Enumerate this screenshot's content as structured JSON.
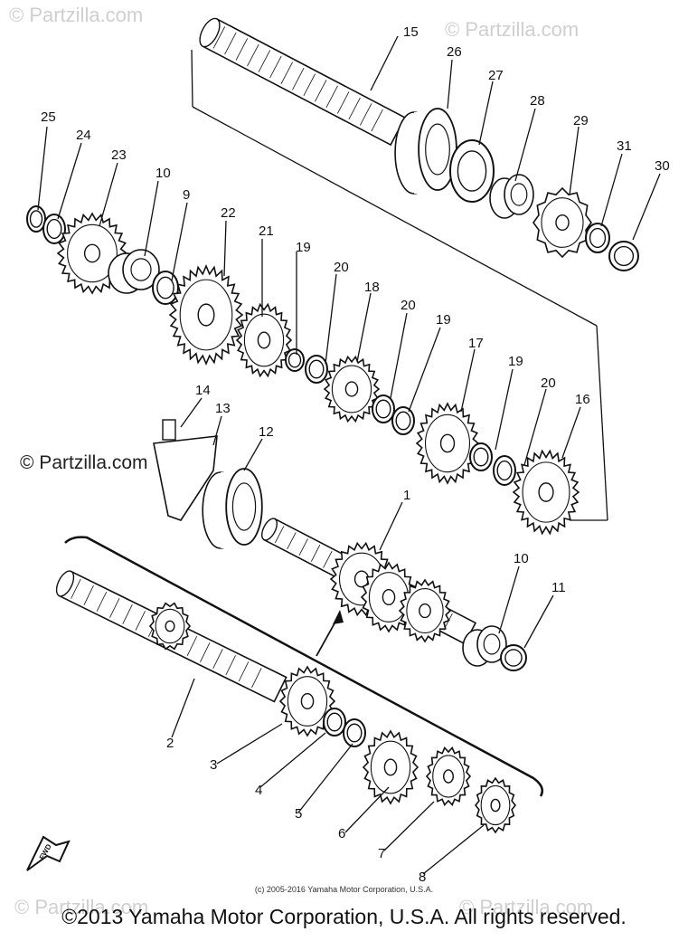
{
  "watermarks": {
    "top_left": "© Partzilla.com",
    "top_right": "© Partzilla.com",
    "middle_left": "© Partzilla.com",
    "bottom_left": "© Partzilla.com",
    "bottom_right": "© Partzilla.com"
  },
  "callouts": [
    "1",
    "2",
    "3",
    "4",
    "5",
    "6",
    "7",
    "8",
    "9",
    "10",
    "10",
    "11",
    "12",
    "13",
    "14",
    "15",
    "16",
    "17",
    "18",
    "19",
    "19",
    "19",
    "20",
    "20",
    "20",
    "21",
    "22",
    "23",
    "24",
    "25",
    "26",
    "27",
    "28",
    "29",
    "30",
    "31"
  ],
  "fwd_label": "FWD",
  "copyright_small": "(c) 2005-2016 Yamaha Motor Corporation, U.S.A.",
  "footer": "©2013 Yamaha Motor Corporation, U.S.A. All rights reserved."
}
